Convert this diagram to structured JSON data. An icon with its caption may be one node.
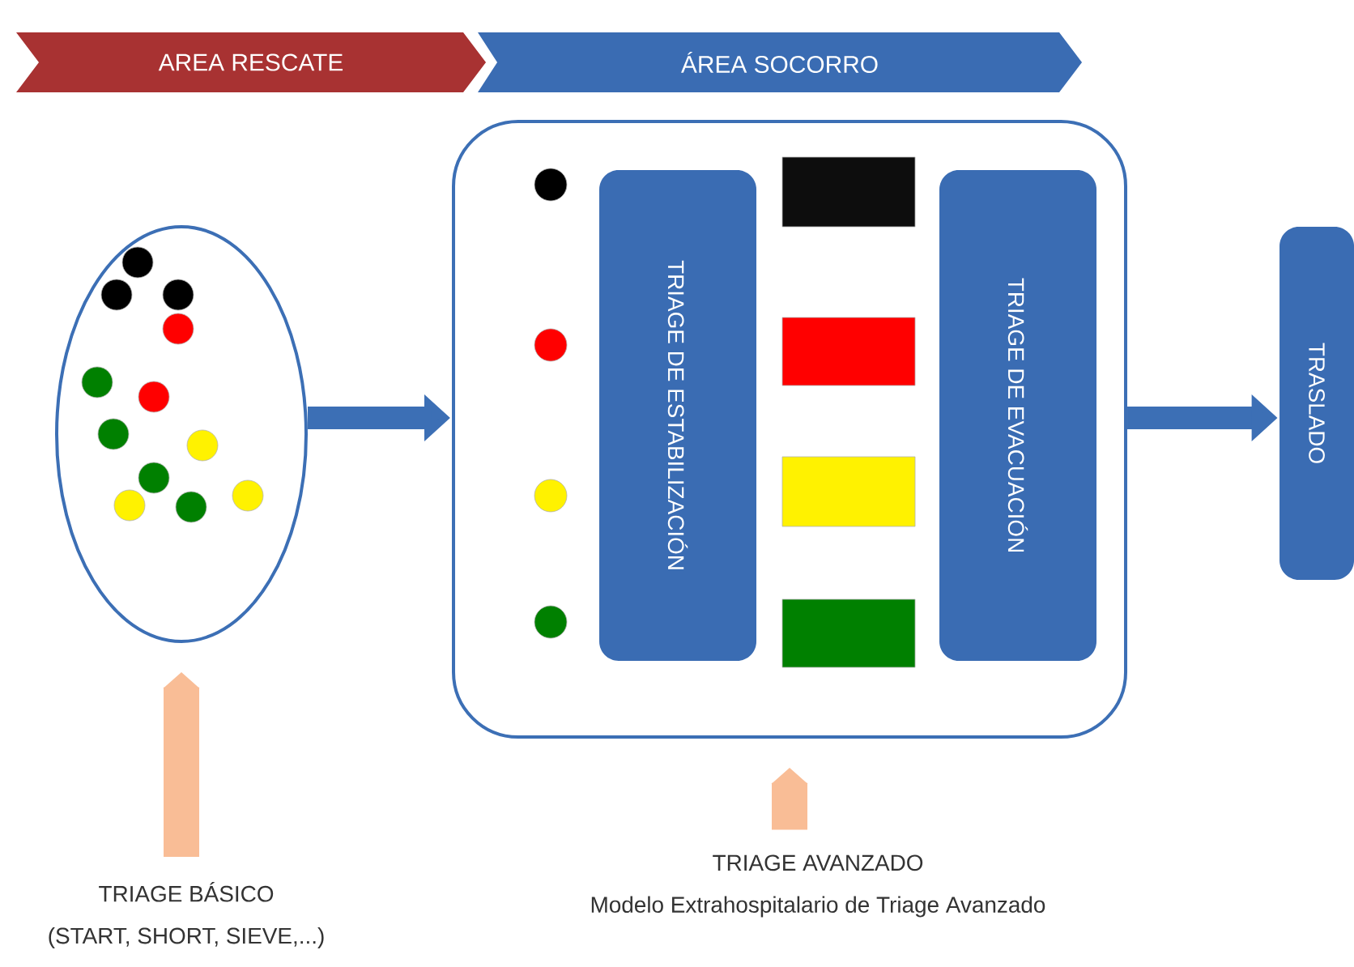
{
  "diagram": {
    "nodes": [
      {
        "text": [
          "AREA RESCATE"
        ]
      },
      {
        "text": [
          "ÁREA SOCORRO"
        ]
      },
      {
        "text": [],
        "shape": "ellipse"
      },
      {
        "text": [],
        "shape": "box"
      },
      {
        "text": [
          "TRIAGE DE ESTABILIZACIÓN"
        ],
        "in": 3
      },
      {
        "text": [
          "TRIAGE DE EVACUACIÓN"
        ],
        "in": 3
      },
      {
        "text": [
          "TRASLADO"
        ]
      },
      {
        "text": [
          "TRIAGE BÁSICO",
          "(START, SHORT, SIEVE,...)"
        ]
      },
      {
        "text": [
          "TRIAGE AVANZADO",
          "Modelo Extrahospitalario de Triage Avanzado"
        ]
      }
    ],
    "edges": [
      {
        "from": 2,
        "to": 3,
        "arrow": "to",
        "color": "#3c6fb5"
      },
      {
        "from": 3,
        "to": 6,
        "arrow": "to",
        "color": "#3c6fb5"
      },
      {
        "from": 7,
        "to": 2,
        "arrow": "to",
        "color": "#f9bd96"
      },
      {
        "from": 8,
        "to": 3,
        "arrow": "to",
        "color": "#f9bd96"
      }
    ]
  }
}
